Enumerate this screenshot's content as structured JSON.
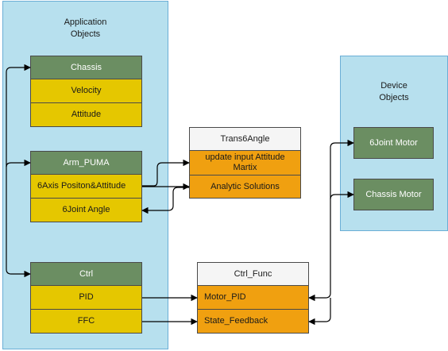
{
  "application": {
    "title": "Application\nObjects",
    "chassis": {
      "header": "Chassis",
      "rows": [
        "Velocity",
        "Attitude"
      ]
    },
    "arm": {
      "header": "Arm_PUMA",
      "rows": [
        "6Axis Positon&Attitude",
        "6Joint Angle"
      ]
    },
    "ctrl": {
      "header": "Ctrl",
      "rows": [
        "PID",
        "FFC"
      ]
    }
  },
  "trans": {
    "header": "Trans6Angle",
    "rows": [
      "update input  Attitude\nMartix",
      "Analytic Solutions"
    ]
  },
  "ctrl_func": {
    "header": "Ctrl_Func",
    "rows": [
      "Motor_PID",
      "State_Feedback"
    ]
  },
  "device": {
    "title": "Device\nObjects",
    "joint_motor": "6Joint Motor",
    "chassis_motor": "Chassis Motor"
  },
  "colors": {
    "container_fill": "#b7e0ee",
    "header_green": "#6b8e62",
    "row_yellow": "#e5c700",
    "row_orange": "#f0a010",
    "header_white": "#f5f5f5"
  }
}
